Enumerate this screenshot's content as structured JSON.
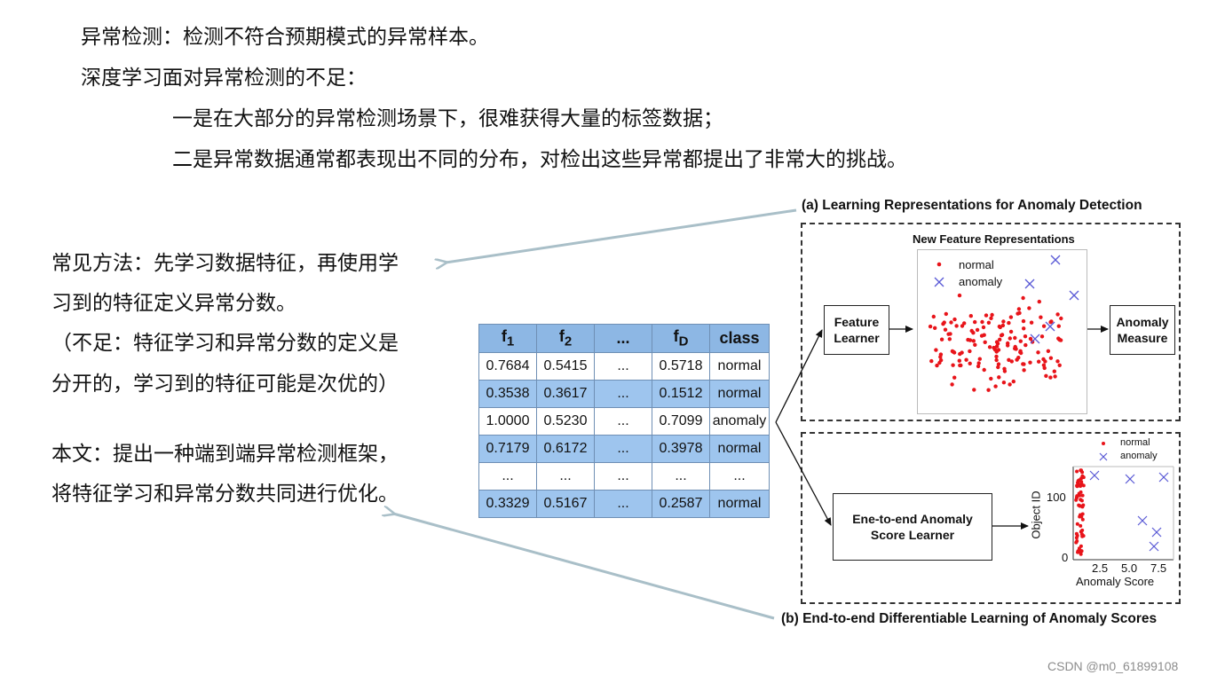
{
  "text": {
    "line1": "异常检测：检测不符合预期模式的异常样本。",
    "line2": "深度学习面对异常检测的不足：",
    "line3": "一是在大部分的异常检测场景下，很难获得大量的标签数据；",
    "line4": "二是异常数据通常都表现出不同的分布，对检出这些异常都提出了非常大的挑战。",
    "left1": "常见方法：先学习数据特征，再使用学",
    "left2": "习到的特征定义异常分数。",
    "left3": "（不足：特征学习和异常分数的定义是",
    "left4": "分开的，学习到的特征可能是次优的）",
    "left5": "本文：提出一种端到端异常检测框架，",
    "left6": "将特征学习和异常分数共同进行优化。"
  },
  "table": {
    "headers": [
      "f",
      "f",
      "...",
      "f",
      "class"
    ],
    "header_subs": [
      "1",
      "2",
      "",
      "D",
      ""
    ],
    "rows": [
      [
        "0.7684",
        "0.5415",
        "...",
        "0.5718",
        "normal"
      ],
      [
        "0.3538",
        "0.3617",
        "...",
        "0.1512",
        "normal"
      ],
      [
        "1.0000",
        "0.5230",
        "...",
        "0.7099",
        "anomaly"
      ],
      [
        "0.7179",
        "0.6172",
        "...",
        "0.3978",
        "normal"
      ],
      [
        "...",
        "...",
        "...",
        "...",
        "..."
      ],
      [
        "0.3329",
        "0.5167",
        "...",
        "0.2587",
        "normal"
      ]
    ]
  },
  "figure": {
    "title_a": "(a) Learning Representations for Anomaly Detection",
    "title_b": "(b) End-to-end Differentiable Learning of Anomaly Scores",
    "scatter_title": "New Feature Representations",
    "legend_normal": "normal",
    "legend_anomaly": "anomaly",
    "feature_learner": "Feature Learner",
    "anomaly_measure": "Anomaly Measure",
    "score_learner": "Ene-to-end Anomaly Score Learner",
    "ylabel": "Object ID",
    "xlabel": "Anomaly Score",
    "yticks": [
      "100",
      "0"
    ],
    "xticks": [
      "2.5",
      "5.0",
      "7.5"
    ]
  },
  "colors": {
    "normal_point": "#e8141a",
    "anomaly_point": "#5a5ad6",
    "table_blue": "#9ec5ee",
    "arrow": "#a9bfc8"
  },
  "watermark": "CSDN @m0_61899108"
}
